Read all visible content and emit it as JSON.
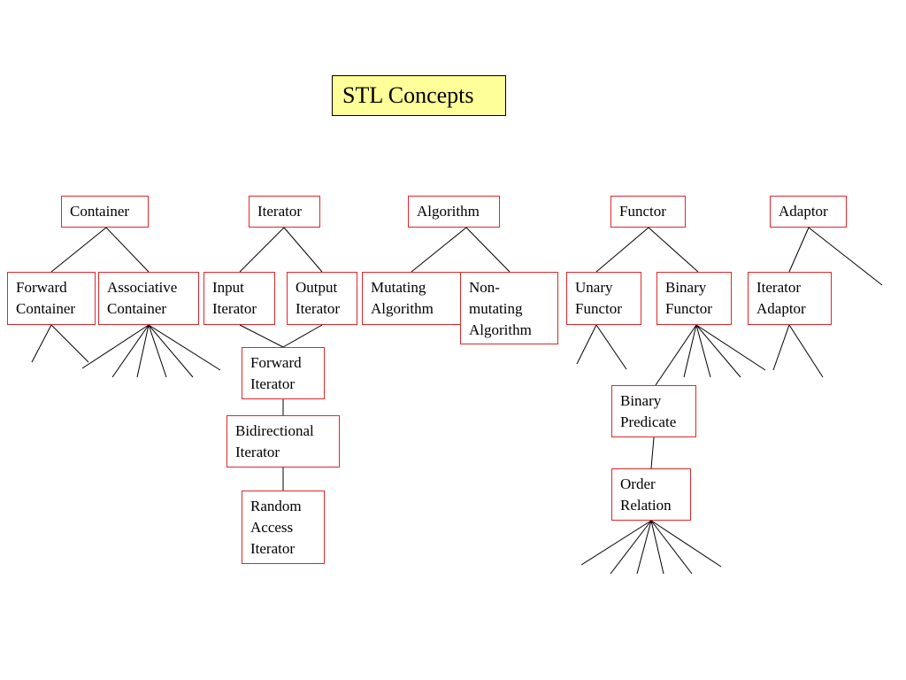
{
  "title": "STL Concepts",
  "colors": {
    "box_border": "#e0262b",
    "title_fill": "#ffff99",
    "line": "#000000"
  },
  "nodes": {
    "container": [
      "Container"
    ],
    "iterator": [
      "Iterator"
    ],
    "algorithm": [
      "Algorithm"
    ],
    "functor": [
      "Functor"
    ],
    "adaptor": [
      "Adaptor"
    ],
    "forward_container": [
      "Forward",
      "Container"
    ],
    "associative_container": [
      "Associative",
      "Container"
    ],
    "input_iterator": [
      "Input",
      "Iterator"
    ],
    "output_iterator": [
      "Output",
      "Iterator"
    ],
    "mutating_algorithm": [
      "Mutating",
      "Algorithm"
    ],
    "non_mutating_algorithm": [
      "Non-",
      "mutating",
      "Algorithm"
    ],
    "unary_functor": [
      "Unary",
      "Functor"
    ],
    "binary_functor": [
      "Binary",
      "Functor"
    ],
    "iterator_adaptor": [
      "Iterator",
      "Adaptor"
    ],
    "forward_iterator": [
      "Forward",
      "Iterator"
    ],
    "bidirectional_iterator": [
      "Bidirectional",
      "Iterator"
    ],
    "random_access_iterator": [
      "Random",
      "Access",
      "Iterator"
    ],
    "binary_predicate": [
      "Binary",
      "Predicate"
    ],
    "order_relation": [
      "Order",
      "Relation"
    ]
  },
  "edges": [
    [
      "container",
      "forward_container"
    ],
    [
      "container",
      "associative_container"
    ],
    [
      "iterator",
      "input_iterator"
    ],
    [
      "iterator",
      "output_iterator"
    ],
    [
      "algorithm",
      "mutating_algorithm"
    ],
    [
      "algorithm",
      "non_mutating_algorithm"
    ],
    [
      "functor",
      "unary_functor"
    ],
    [
      "functor",
      "binary_functor"
    ],
    [
      "adaptor",
      "iterator_adaptor"
    ],
    [
      "input_iterator",
      "forward_iterator"
    ],
    [
      "output_iterator",
      "forward_iterator"
    ],
    [
      "forward_iterator",
      "bidirectional_iterator"
    ],
    [
      "bidirectional_iterator",
      "random_access_iterator"
    ],
    [
      "binary_functor",
      "binary_predicate"
    ],
    [
      "binary_predicate",
      "order_relation"
    ]
  ]
}
